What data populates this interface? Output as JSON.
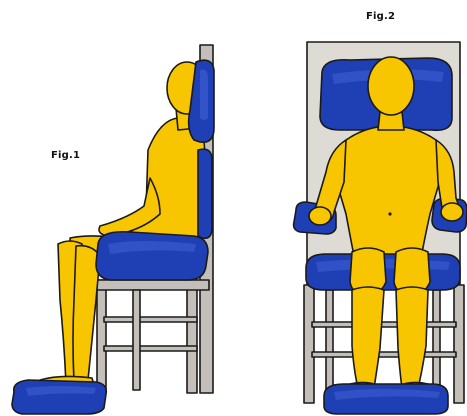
{
  "figures": [
    {
      "label": "Fig.1",
      "view": "side"
    },
    {
      "label": "Fig.2",
      "view": "front"
    }
  ],
  "colors": {
    "body": "#f7c600",
    "cushion": "#1f3fb5",
    "cushion_light": "#3f62d6",
    "frame": "#c4c0b9",
    "frame_dark": "#8d8a84",
    "backrest": "#dedbd5",
    "outline": "#1a1a1a"
  }
}
